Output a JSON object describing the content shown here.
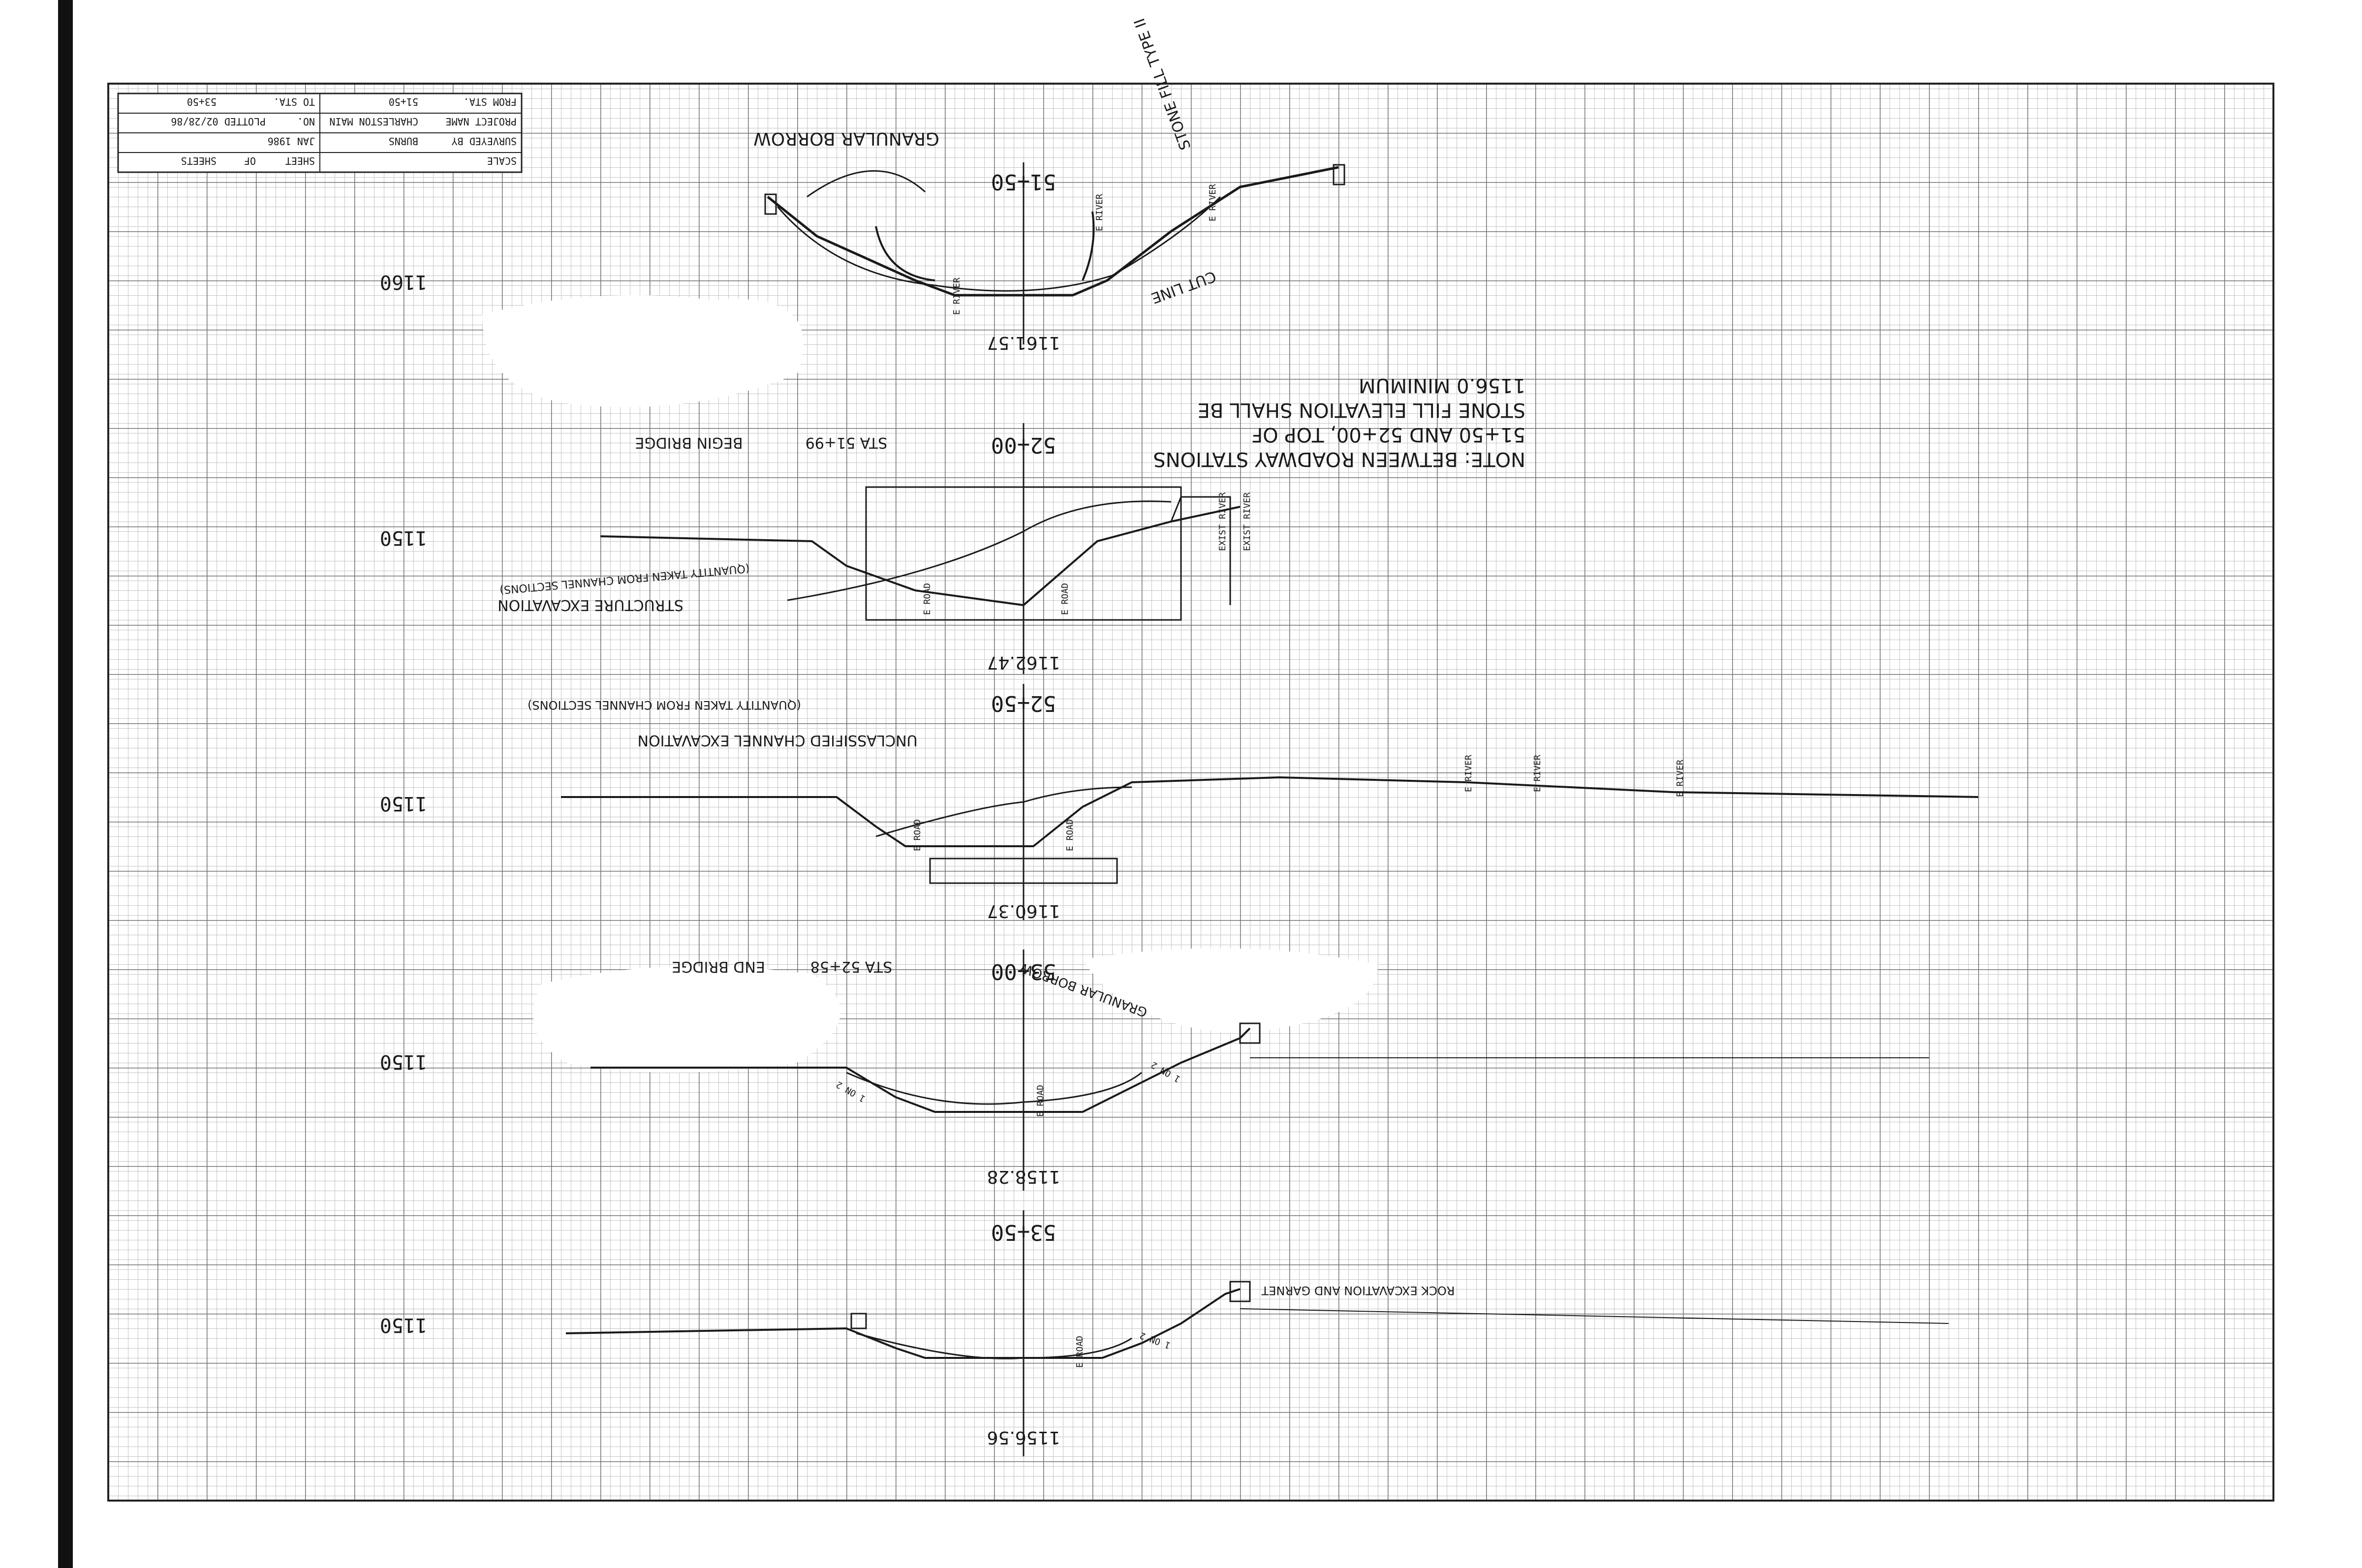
{
  "title_block": {
    "scale": "SCALE",
    "sheet": "SHEET",
    "of": "OF",
    "sheets": "SHEETS",
    "surveyed_by": "SURVEYED BY",
    "surveyor": "BURNS",
    "date": "JAN 1986",
    "project_name": "PROJECT NAME",
    "project_value": "CHARLESTON MAIN",
    "project_no": "NO.",
    "plotted": "PLOTTED 02/28/86",
    "from_sta": "FROM STA.",
    "from_value": "51+50",
    "to_sta": "TO STA.",
    "to_value": "53+50"
  },
  "note": {
    "line1": "NOTE: BETWEEN ROADWAY STATIONS",
    "line2": "51+50 AND 52+00, TOP OF",
    "line3": "STONE FILL ELEVATION SHALL BE",
    "line4": "1156.0 MINIMUM"
  },
  "sections": [
    {
      "station": "51+50",
      "elevation": "1160",
      "grade": "1161.57",
      "labels": [
        "GRANULAR BORROW",
        "STONE FILL TYPE II",
        "CUT LINE",
        "E RIVER",
        "E RIVER",
        "E RIVER"
      ]
    },
    {
      "station": "52+00",
      "elevation": "1150",
      "grade": "1162.47",
      "labels": [
        "BEGIN BRIDGE",
        "STA 51+99",
        "STRUCTURE EXCAVATION",
        "(QUANTITY TAKEN FROM CHANNEL SECTIONS)",
        "E ROAD",
        "E ROAD",
        "EXIST RIVER",
        "EXIST RIVER"
      ]
    },
    {
      "station": "52+50",
      "elevation": "1150",
      "grade": "1160.37",
      "labels": [
        "UNCLASSIFIED CHANNEL EXCAVATION",
        "(QUANTITY TAKEN FROM CHANNEL SECTIONS)",
        "E RIVER",
        "E RIVER",
        "E RIVER",
        "E ROAD",
        "E ROAD"
      ]
    },
    {
      "station": "53+00",
      "elevation": "1150",
      "grade": "1158.28",
      "labels": [
        "END BRIDGE",
        "STA 52+58",
        "GRANULAR BORROW",
        "1 ON 2",
        "1 ON 2",
        "E ROAD"
      ]
    },
    {
      "station": "53+50",
      "elevation": "1150",
      "grade": "1156.56",
      "labels": [
        "ROCK EXCAVATION AND GARNET",
        "1 ON 2",
        "E ROAD"
      ]
    }
  ],
  "colors": {
    "ink": "#1a1a1a",
    "grid_minor": "#b9b9b9",
    "grid_major": "#6e6e6e",
    "paper": "#ffffff"
  }
}
